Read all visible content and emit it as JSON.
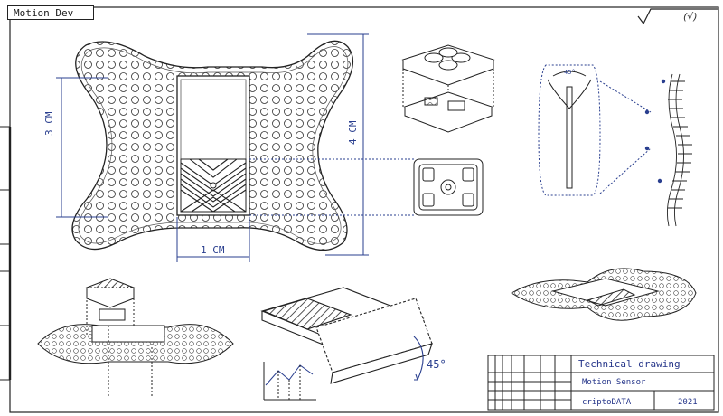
{
  "project_tag": "Motion Dev",
  "surface_mark": "(√)",
  "dimensions": {
    "height": "3 CM",
    "length": "4 CM",
    "width": "1 CM",
    "angle_small": "45°",
    "angle_large": "45°"
  },
  "title_block": {
    "heading": "Technical drawing",
    "part": "Motion Sensor",
    "company": "criptoDATA",
    "year": "2021"
  },
  "colors": {
    "line": "#2b2b2b",
    "dimension": "#2a3f8f",
    "paper": "#ffffff"
  }
}
